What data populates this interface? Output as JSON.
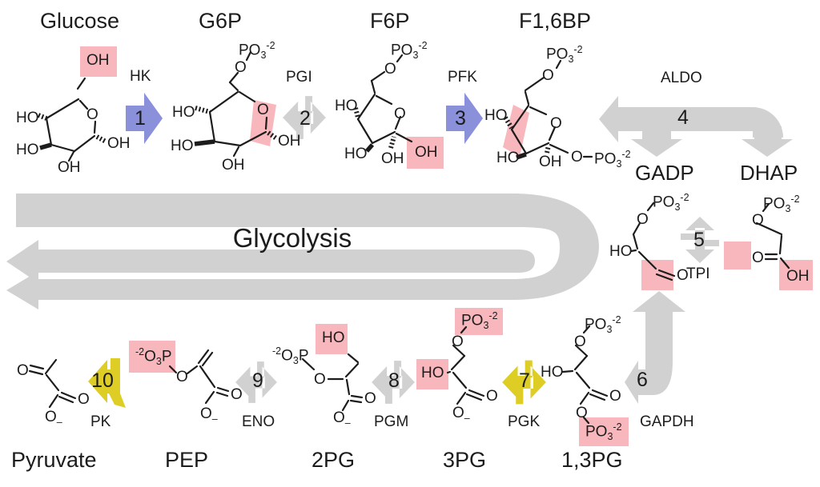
{
  "banner": {
    "label": "Glycolysis"
  },
  "colors": {
    "arrow_gray": "#d1d1d1",
    "arrow_blue": "#8a90da",
    "arrow_yellow": "#ddcd25",
    "highlight_pink": "#f8b7bc",
    "ink": "#1c1c1c"
  },
  "chem": {
    "po3": {
      "pre": "PO",
      "sub": "3",
      "sup": "-2"
    },
    "o3p": {
      "sup": "-2",
      "o": "O",
      "sub": "3",
      "p": "P"
    },
    "oh": "OH",
    "ho": "HO",
    "o": "O",
    "minus": "–"
  },
  "molecules": [
    {
      "id": "glucose",
      "name": "Glucose"
    },
    {
      "id": "g6p",
      "name": "G6P"
    },
    {
      "id": "f6p",
      "name": "F6P"
    },
    {
      "id": "f16bp",
      "name": "F1,6BP"
    },
    {
      "id": "gadp",
      "name": "GADP"
    },
    {
      "id": "dhap",
      "name": "DHAP"
    },
    {
      "id": "13pg",
      "name": "1,3PG"
    },
    {
      "id": "3pg",
      "name": "3PG"
    },
    {
      "id": "2pg",
      "name": "2PG"
    },
    {
      "id": "pep",
      "name": "PEP"
    },
    {
      "id": "pyruvate",
      "name": "Pyruvate"
    }
  ],
  "reactions": [
    {
      "step": "1",
      "enzyme": "HK"
    },
    {
      "step": "2",
      "enzyme": "PGI"
    },
    {
      "step": "3",
      "enzyme": "PFK"
    },
    {
      "step": "4",
      "enzyme": "ALDO"
    },
    {
      "step": "5",
      "enzyme": "TPI"
    },
    {
      "step": "6",
      "enzyme": "GAPDH"
    },
    {
      "step": "7",
      "enzyme": "PGK"
    },
    {
      "step": "8",
      "enzyme": "PGM"
    },
    {
      "step": "9",
      "enzyme": "ENO"
    },
    {
      "step": "10",
      "enzyme": "PK"
    }
  ]
}
